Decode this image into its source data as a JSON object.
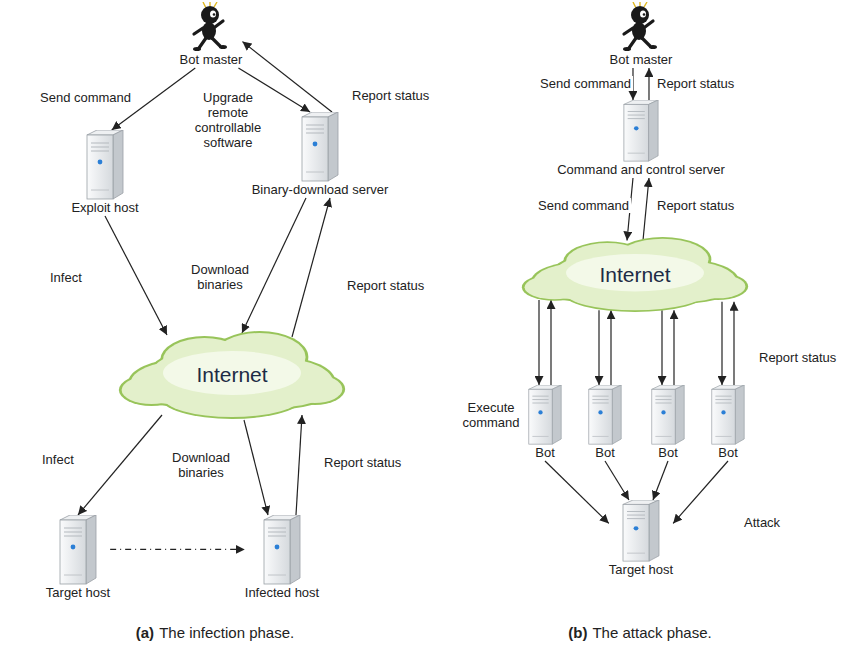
{
  "diagram": {
    "nodes": [
      {
        "text": [
          "Bot master"
        ]
      },
      {
        "text": [
          "Exploit host"
        ]
      },
      {
        "text": [
          "Binary-download server"
        ]
      },
      {
        "text": [
          "Internet"
        ]
      },
      {
        "text": [
          "Target host"
        ]
      },
      {
        "text": [
          "Infected host"
        ]
      },
      {
        "text": [
          "Bot master"
        ]
      },
      {
        "text": [
          "Command and control server"
        ]
      },
      {
        "text": [
          "Internet"
        ]
      },
      {
        "text": [
          "Bot"
        ]
      },
      {
        "text": [
          "Bot"
        ]
      },
      {
        "text": [
          "Bot"
        ]
      },
      {
        "text": [
          "Bot"
        ]
      },
      {
        "text": [
          "Target host"
        ]
      }
    ],
    "edges": [
      {
        "from": 0,
        "to": 1,
        "arrow": "to",
        "label": "Send command"
      },
      {
        "from": 0,
        "to": 2,
        "arrow": "to",
        "label": "Upgrade remote controllable software"
      },
      {
        "from": 2,
        "to": 0,
        "arrow": "to",
        "label": "Report status"
      },
      {
        "from": 1,
        "to": 3,
        "arrow": "to",
        "label": "Infect"
      },
      {
        "from": 2,
        "to": 3,
        "arrow": "to",
        "label": "Download binaries"
      },
      {
        "from": 3,
        "to": 2,
        "arrow": "to",
        "label": "Report status"
      },
      {
        "from": 3,
        "to": 4,
        "arrow": "to",
        "label": "Infect"
      },
      {
        "from": 3,
        "to": 5,
        "arrow": "to",
        "label": "Download binaries"
      },
      {
        "from": 5,
        "to": 3,
        "arrow": "to",
        "label": "Report status"
      },
      {
        "from": 4,
        "to": 5,
        "arrow": "to"
      },
      {
        "from": 6,
        "to": 7,
        "arrow": "to",
        "label": "Send command"
      },
      {
        "from": 7,
        "to": 6,
        "arrow": "to",
        "label": "Report status"
      },
      {
        "from": 7,
        "to": 8,
        "arrow": "to",
        "label": "Send command"
      },
      {
        "from": 8,
        "to": 7,
        "arrow": "to",
        "label": "Report status"
      },
      {
        "from": 8,
        "to": 9,
        "arrow": "to",
        "label": "Execute command"
      },
      {
        "from": 9,
        "to": 8,
        "arrow": "to"
      },
      {
        "from": 8,
        "to": 10,
        "arrow": "to"
      },
      {
        "from": 10,
        "to": 8,
        "arrow": "to"
      },
      {
        "from": 8,
        "to": 11,
        "arrow": "to"
      },
      {
        "from": 11,
        "to": 8,
        "arrow": "to"
      },
      {
        "from": 8,
        "to": 12,
        "arrow": "to"
      },
      {
        "from": 12,
        "to": 8,
        "arrow": "to",
        "label": "Report status"
      },
      {
        "from": 9,
        "to": 13,
        "arrow": "to"
      },
      {
        "from": 10,
        "to": 13,
        "arrow": "to"
      },
      {
        "from": 11,
        "to": 13,
        "arrow": "to"
      },
      {
        "from": 12,
        "to": 13,
        "arrow": "to",
        "label": "Attack"
      }
    ],
    "labels": [
      "(a)",
      "The infection phase.",
      "(b)",
      "The attack phase."
    ]
  }
}
